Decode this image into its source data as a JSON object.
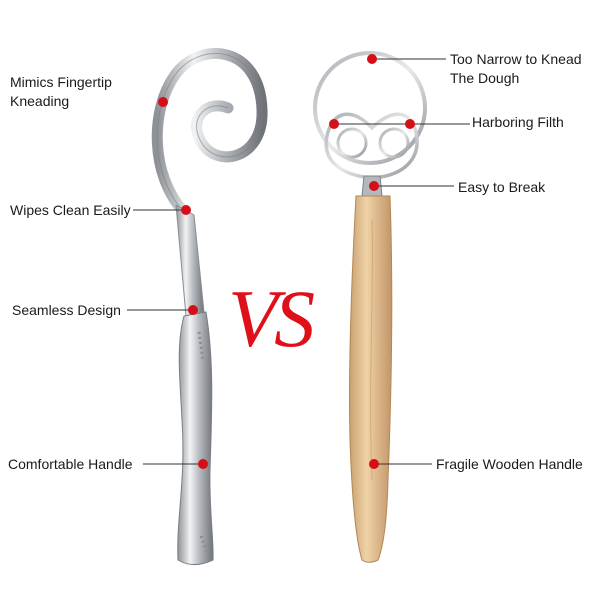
{
  "vs_text": "VS",
  "left_labels": {
    "fingertip": [
      "Mimics Fingertip",
      "Kneading"
    ],
    "wipes": "Wipes Clean Easily",
    "seamless": "Seamless Design",
    "handle": "Comfortable Handle"
  },
  "right_labels": {
    "narrow": [
      "Too Narrow to Knead",
      "The Dough"
    ],
    "filth": "Harboring Filth",
    "break": "Easy to Break",
    "wooden": "Fragile Wooden Handle"
  },
  "colors": {
    "marker": "#d40f17",
    "vs": "#e0101a",
    "steel": "#c9ccd0",
    "wood": "#e2bf90"
  }
}
